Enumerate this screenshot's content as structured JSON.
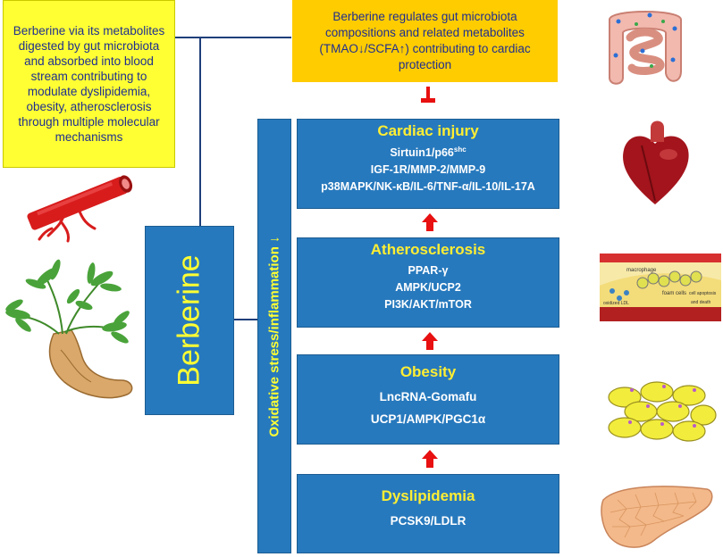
{
  "colors": {
    "panel_blue": "#2779bd",
    "title_yellow": "#ffee33",
    "left_box": "#ffff33",
    "top_box": "#ffcc00",
    "arrow_red": "#e81010",
    "connector": "#1f3f7a"
  },
  "left_note": "Berberine via its metabolites digested by gut microbiota and absorbed into blood stream contributing to modulate  dyslipidemia, obesity, atherosclerosis through multiple molecular mechanisms",
  "top_note": "Berberine regulates gut microbiota compositions and related metabolites (TMAO↓/SCFA↑)  contributing to cardiac protection",
  "berberine_label": "Berberine",
  "side_label": "Oxidative stress/inflammation ↓",
  "panels": {
    "cardiac": {
      "title": "Cardiac injury",
      "line1_main": "Sirtuin1/p66",
      "line1_sup": "shc",
      "line2": "IGF-1R/MMP-2/MMP-9",
      "line3": "p38MAPK/NK-κB/IL-6/TNF-α/IL-10/IL-17A"
    },
    "athero": {
      "title": "Atherosclerosis",
      "line1": "PPAR-γ",
      "line2": "AMPK/UCP2",
      "line3": "PI3K/AKT/mTOR"
    },
    "obesity": {
      "title": "Obesity",
      "line1": "LncRNA-Gomafu",
      "line2": "UCP1/AMPK/PGC1α"
    },
    "dyslipidemia": {
      "title": "Dyslipidemia",
      "line1": "PCSK9/LDLR"
    }
  },
  "plaque_labels": {
    "macrophage": "macrophage",
    "foam": "foam cells",
    "apoptosis": "cell apoptosis",
    "death": "and death",
    "ldl": "oxidized LDL"
  },
  "icons": [
    "intestine-icon",
    "heart-icon",
    "artery-plaque-icon",
    "fat-cells-icon",
    "liver-icon",
    "blood-vessel-icon",
    "berberine-plant-icon"
  ]
}
